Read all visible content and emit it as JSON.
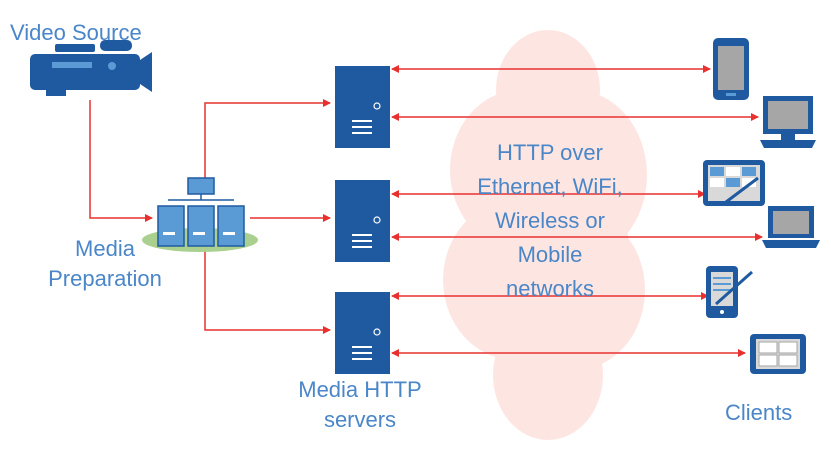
{
  "labels": {
    "video_source": "Video Source",
    "media_preparation_line1": "Media",
    "media_preparation_line2": "Preparation",
    "servers_line1": "Media HTTP",
    "servers_line2": "servers",
    "clients": "Clients"
  },
  "cloud": {
    "lines": [
      "HTTP over",
      "Ethernet, WiFi,",
      "Wireless or",
      "Mobile",
      "networks"
    ]
  },
  "colors": {
    "label_text": "#4a86c8",
    "arrow": "#e8312f",
    "cloud_fill": "#fde6e2",
    "device_dark": "#1f5aa0",
    "device_light": "#5b9bd5",
    "platform": "#a9d08e"
  },
  "icons": {
    "camera": "video-camera-icon",
    "prep": "media-preparation-server-icon",
    "server": "server-tower-icon",
    "phone": "smartphone-icon",
    "desktop": "desktop-computer-icon",
    "tablet_pen": "tablet-with-pen-icon",
    "laptop": "laptop-icon",
    "pda": "pda-stylus-icon",
    "tablet": "tablet-icon"
  }
}
